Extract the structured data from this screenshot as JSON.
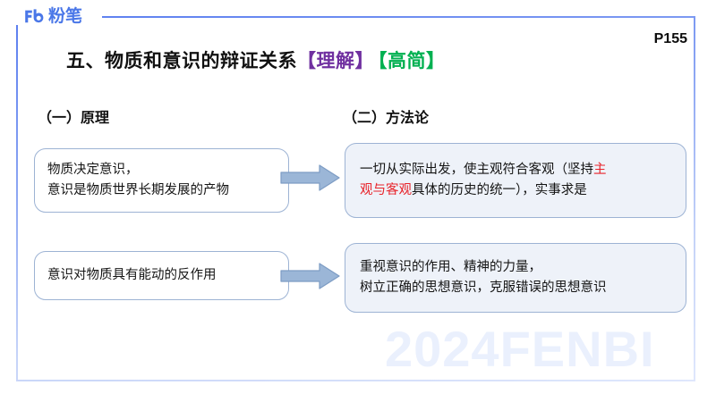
{
  "brand": {
    "logo_mark": "fb-logo-icon",
    "logo_text": "粉笔"
  },
  "header": {
    "page_number": "P155"
  },
  "title": {
    "main": "五、物质和意识的辩证关系",
    "tag_understand": "【理解】",
    "tag_brief": "【高简】"
  },
  "sections": {
    "principle_heading": "（一）原理",
    "method_heading": "（二）方法论"
  },
  "principles": [
    {
      "lines": [
        "物质决定意识，",
        "意识是物质世界长期发展的产物"
      ]
    },
    {
      "lines": [
        "意识对物质具有能动的反作用"
      ]
    }
  ],
  "methods": [
    {
      "line1_pre": "一切从实际出发，使主观符合客观（坚持",
      "line1_hl": "主",
      "line2_hl": "观与客观",
      "line2_post": "具体的历史的统一），实事求是"
    },
    {
      "lines": [
        "重视意识的作用、精神的力量，",
        "树立正确的思想意识，克服错误的思想意识"
      ]
    }
  ],
  "arrows": {
    "arrow_1_name": "right-arrow-icon",
    "arrow_2_name": "right-arrow-icon"
  },
  "watermark": {
    "text": "2024FENBI"
  },
  "colors": {
    "brand_blue": "#4a77e8",
    "frame_blue": "#5b7ef0",
    "tag_understand": "#7030a0",
    "tag_brief": "#00b050",
    "highlight_red": "#e8232a",
    "box_fill_right": "#eef2f9",
    "box_border": "#9db3d4",
    "arrow_fill": "#93b2d5",
    "watermark": "#eaf0fd"
  }
}
